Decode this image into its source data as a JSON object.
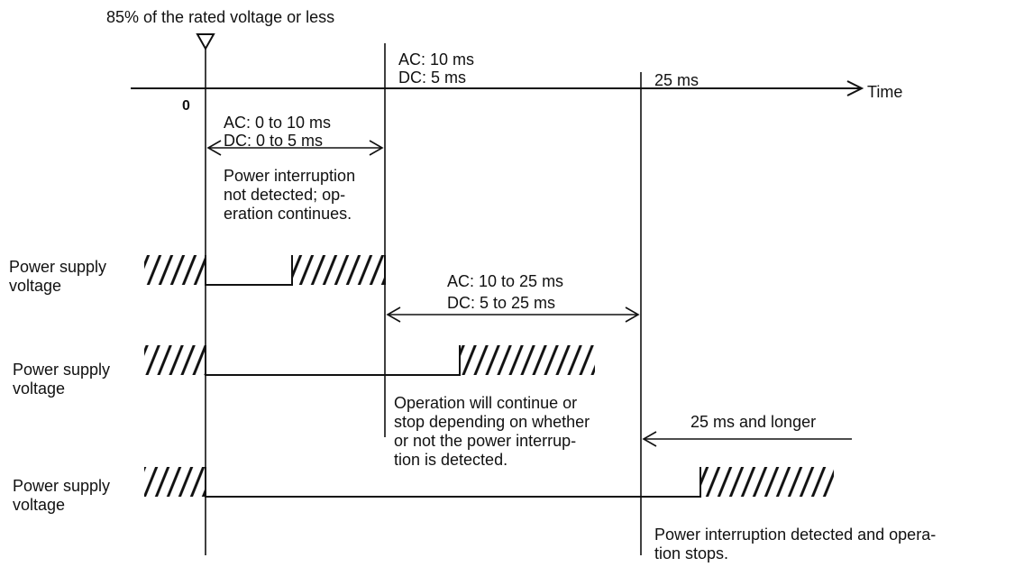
{
  "threshold_label": "85% of the rated voltage or less",
  "origin_label": "0",
  "time_label": "Time",
  "t1": {
    "ac": "AC: 10 ms",
    "dc": "DC: 5 ms"
  },
  "t2": "25 ms",
  "span1": {
    "ac": "AC: 0 to 10 ms",
    "dc": "DC: 0 to 5 ms"
  },
  "span1_note": [
    "Power interruption",
    "not detected; op-",
    "eration continues."
  ],
  "span2": {
    "ac": "AC: 10 to 25 ms",
    "dc": "DC: 5 to 25 ms"
  },
  "span2_note": [
    "Operation will continue or",
    "stop depending on whether",
    "or not the power interrup-",
    "tion is detected."
  ],
  "span3": "25 ms and longer",
  "span3_note": [
    "Power interruption detected and opera-",
    "tion stops."
  ],
  "rows": [
    {
      "label": [
        "Power supply",
        "voltage"
      ]
    },
    {
      "label": [
        "Power supply",
        "voltage"
      ]
    },
    {
      "label": [
        "Power supply",
        "voltage"
      ]
    }
  ]
}
